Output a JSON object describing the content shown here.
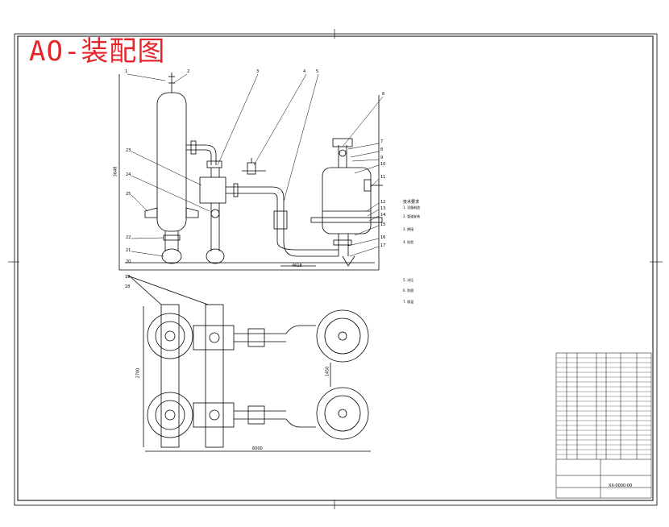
{
  "header": {
    "title": "AO-装配图"
  },
  "part_callouts": [
    "1",
    "2",
    "3",
    "4",
    "5",
    "6",
    "7",
    "8",
    "9",
    "10",
    "11",
    "12",
    "13",
    "14",
    "15",
    "16",
    "17",
    "18",
    "19",
    "20",
    "21",
    "22",
    "23",
    "24",
    "25"
  ],
  "dimensions": {
    "base_length": "4618",
    "total_width": "6000",
    "front_height": "3648",
    "plan_depth": "2700",
    "right_span": "1450"
  },
  "notes": {
    "heading": "技术要求",
    "lines": [
      "1. 设备制造",
      "2. 管道安装",
      "3. 焊接",
      "4. 检验",
      "5. 试压",
      "6. 防腐",
      "7. 保温"
    ]
  },
  "title_block": {
    "drawing_code": "XX-0000-00"
  },
  "colors": {
    "title_red": "#e4262b",
    "line": "#000000"
  }
}
